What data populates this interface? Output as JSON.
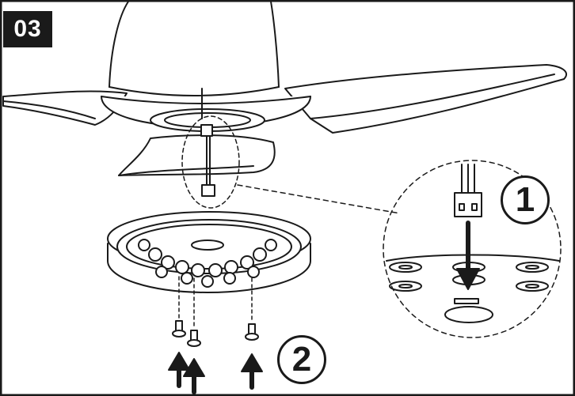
{
  "step": {
    "label": "03"
  },
  "callouts": [
    {
      "label": "1"
    },
    {
      "label": "2"
    }
  ],
  "colors": {
    "line": "#1a1a1a",
    "background": "#ffffff"
  },
  "icons": [
    "screw-icon",
    "arrow-up-icon",
    "arrow-down-icon",
    "connector-plug-icon"
  ]
}
